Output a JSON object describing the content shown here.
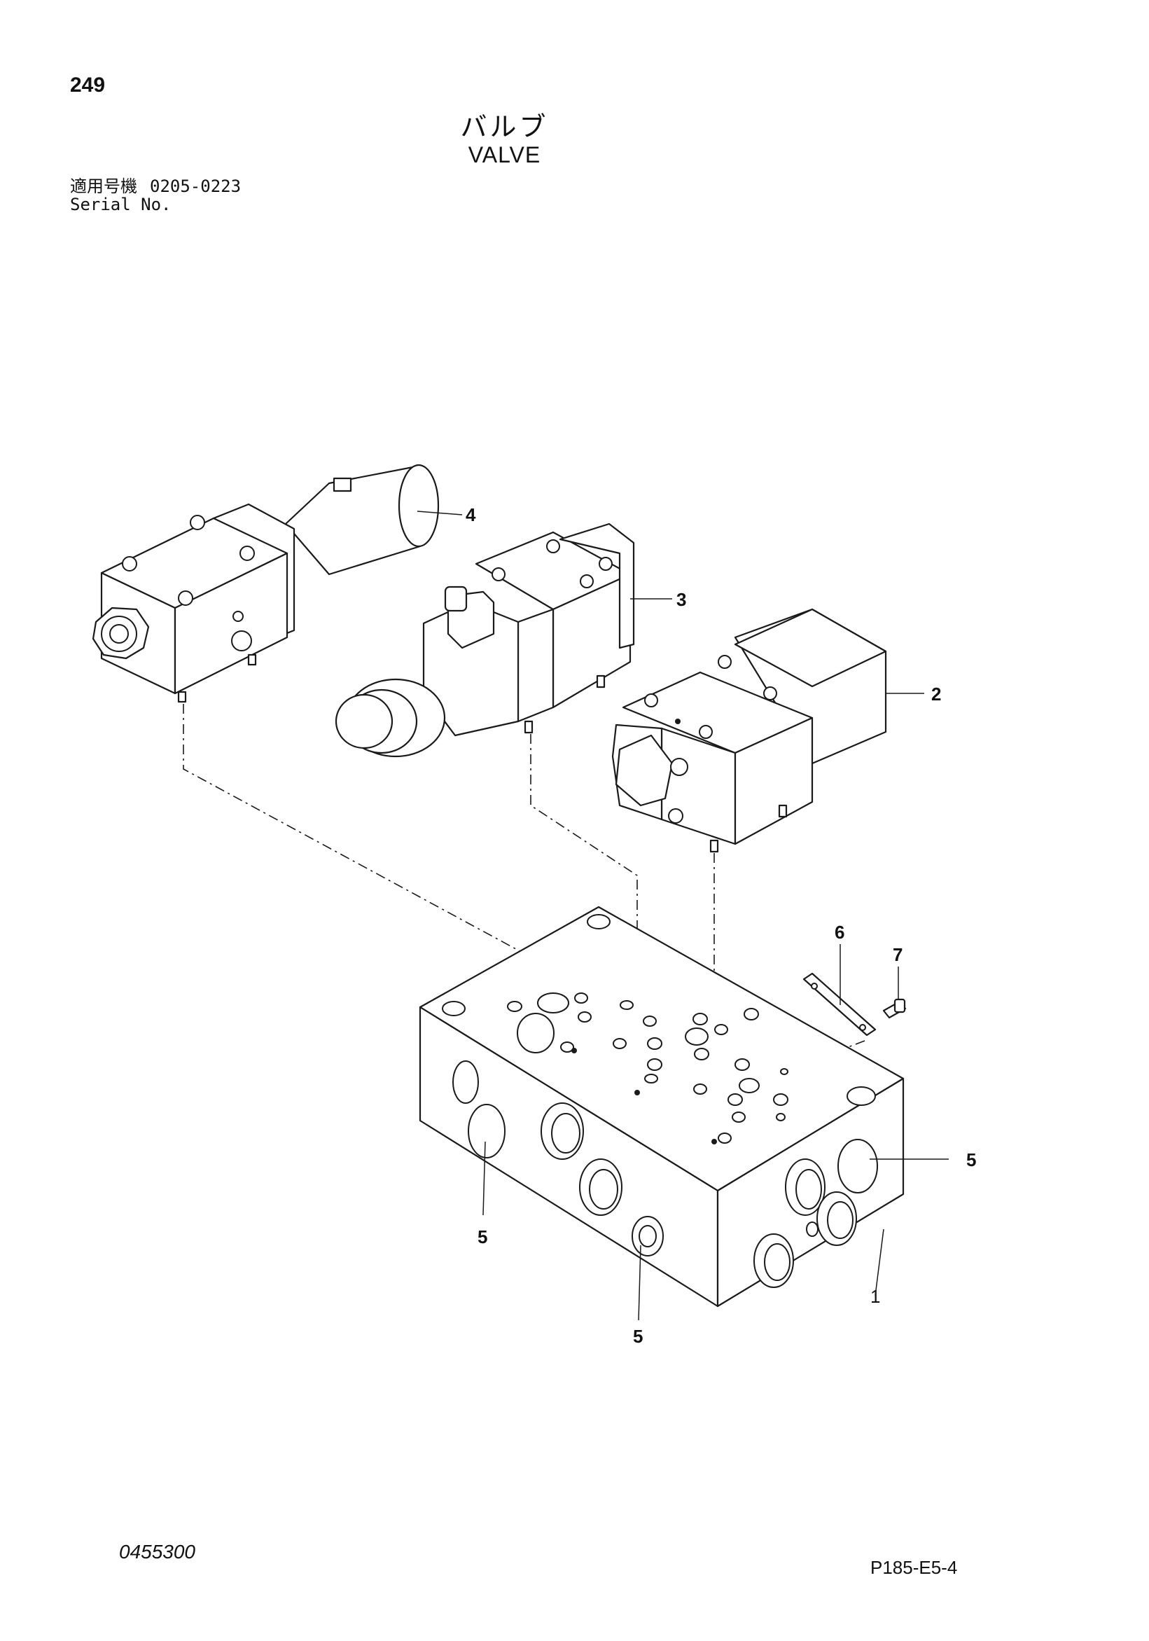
{
  "page_number": "249",
  "title_jp": "バルブ",
  "title_en": "VALVE",
  "serial": {
    "label_jp": "適用号機",
    "label_en": "Serial No.",
    "value": "0205-0223"
  },
  "callouts": {
    "c1": "1",
    "c2": "2",
    "c3": "3",
    "c4": "4",
    "c5a": "5",
    "c5b": "5",
    "c5c": "5",
    "c6": "6",
    "c7": "7"
  },
  "footer": {
    "left_code": "0455300",
    "right_code": "P185-E5-4"
  }
}
